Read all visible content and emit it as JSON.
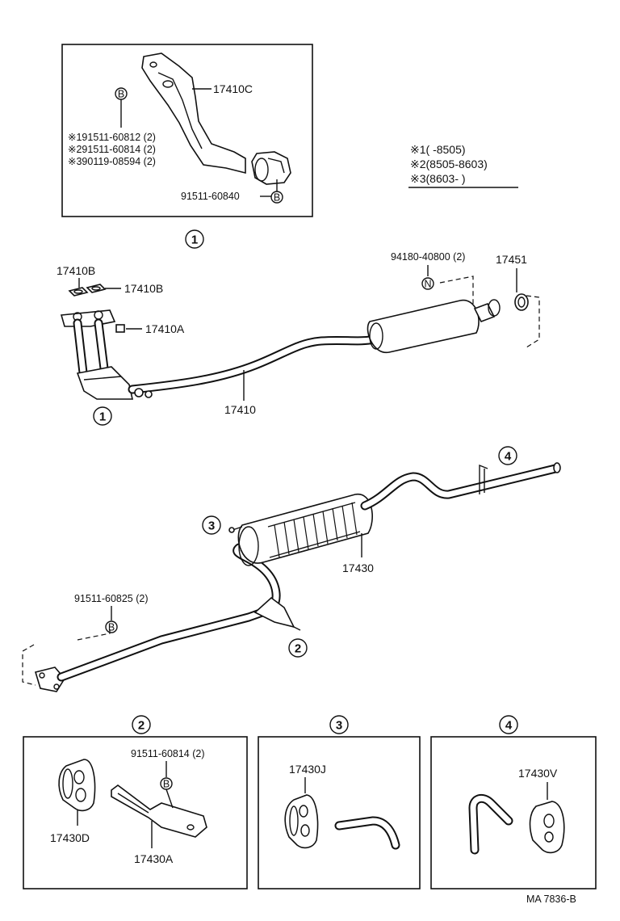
{
  "callout_numbers": {
    "one": "1",
    "two": "2",
    "three": "3",
    "four": "4"
  },
  "callout_letters": {
    "b": "B",
    "n": "N"
  },
  "detail_1": {
    "part_bracket": "17410C",
    "bolts": [
      "※191511-60812 (2)",
      "※291511-60814 (2)",
      "※390119-08594 (2)"
    ],
    "bolt_lower": "91511-60840"
  },
  "legend": [
    "※1(      -8505)",
    "※2(8505-8603)",
    "※3(8603-       )"
  ],
  "front_pipe": {
    "gasket_a": "17410B",
    "gasket_b": "17410B",
    "nut": "17410A",
    "pipe": "17410",
    "bolt": "94180-40800 (2)",
    "gasket_rear": "17451"
  },
  "tail_pipe": {
    "muffler": "17430",
    "bolt": "91511-60825 (2)"
  },
  "detail_2": {
    "bolt": "91511-60814 (2)",
    "insulator": "17430D",
    "bracket": "17430A"
  },
  "detail_3": {
    "insulator": "17430J"
  },
  "detail_4": {
    "insulator": "17430V"
  },
  "footer": {
    "code": "MA  7836-B"
  }
}
